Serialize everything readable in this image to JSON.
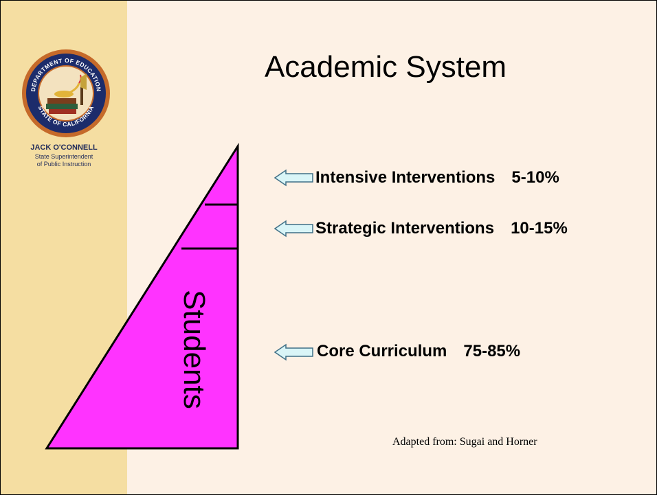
{
  "title": "Academic System",
  "sidebar": {
    "seal": {
      "icon": "department-of-education-seal-icon",
      "top_text": "DEPARTMENT OF EDUCATION",
      "bottom_text": "STATE OF CALIFORNIA"
    },
    "name": "JACK O'CONNELL",
    "title_line1": "State Superintendent",
    "title_line2": "of Public Instruction"
  },
  "triangle": {
    "label": "Students",
    "fill_color": "#ff33ff",
    "outline_color": "#000000"
  },
  "tiers": [
    {
      "name": "Intensive Interventions",
      "percent": "5-10%",
      "arrow_icon": "left-arrow-icon"
    },
    {
      "name": "Strategic Interventions",
      "percent": "10-15%",
      "arrow_icon": "left-arrow-icon"
    },
    {
      "name": "Core Curriculum",
      "percent": "75-85%",
      "arrow_icon": "left-arrow-icon"
    }
  ],
  "source": "Adapted from: Sugai and Horner",
  "colors": {
    "background": "#fdf1e5",
    "sidebar": "#f5dea2",
    "arrow_fill": "#d9f5f7",
    "arrow_stroke": "#3f6f86"
  }
}
